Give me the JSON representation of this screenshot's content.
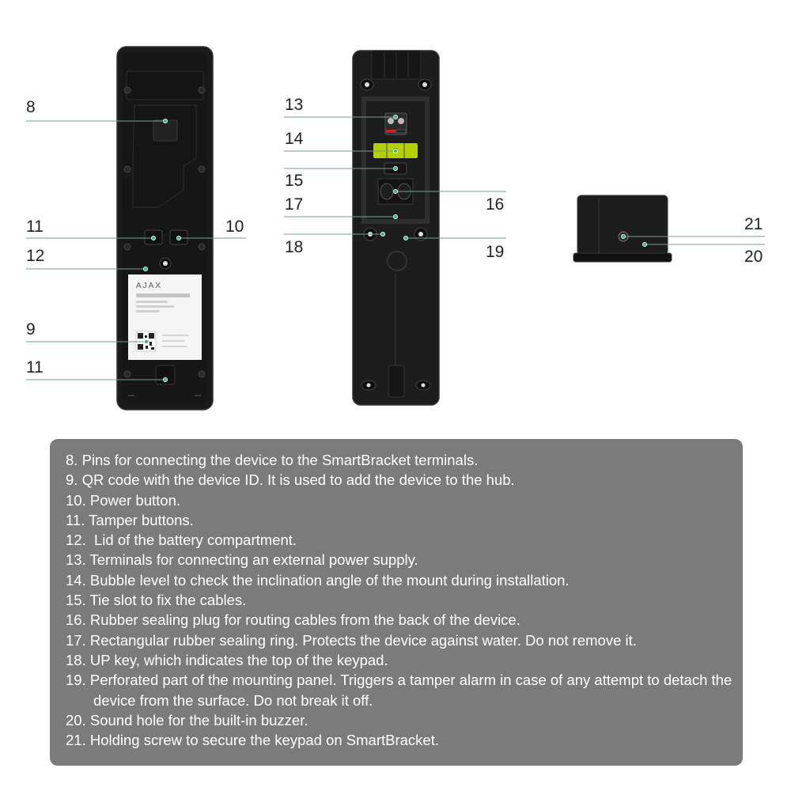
{
  "colors": {
    "device_body": "#1a1a1a",
    "device_edge": "#3a3a3a",
    "leader_line": "#7a9a8f",
    "callout_dot": "#3fb58e",
    "bubble_level": "#b5d000",
    "terminal_red": "#cc2020",
    "legend_bg": "#7b7b7b",
    "legend_text": "#ffffff"
  },
  "callouts": {
    "c8": "8",
    "c11a": "11",
    "c10": "10",
    "c12": "12",
    "c9": "9",
    "c11b": "11",
    "c13": "13",
    "c14": "14",
    "c15": "15",
    "c16": "16",
    "c17": "17",
    "c18": "18",
    "c19": "19",
    "c21": "21",
    "c20": "20"
  },
  "label": {
    "brand": "AJAX"
  },
  "legend": [
    "8. Pins for connecting the device to the SmartBracket terminals.",
    "9. QR code with the device ID. It is used to add the device to the hub.",
    "10. Power button.",
    "11. Tamper buttons.",
    "12.  Lid of the battery compartment.",
    "13. Terminals for connecting an external power supply.",
    "14. Bubble level to check the inclination angle of the mount during installation.",
    "15. Tie slot to fix the cables.",
    "16. Rubber sealing plug for routing cables from the back of the device.",
    "17. Rectangular rubber sealing ring. Protects the device against water. Do not remove it.",
    "18. UP key, which indicates the top of the keypad.",
    "19. Perforated part of the mounting panel. Triggers a tamper alarm in case of any attempt to detach the device from the surface. Do not break it off.",
    "20. Sound hole for the built-in buzzer.",
    "21. Holding screw to secure the keypad on SmartBracket."
  ]
}
